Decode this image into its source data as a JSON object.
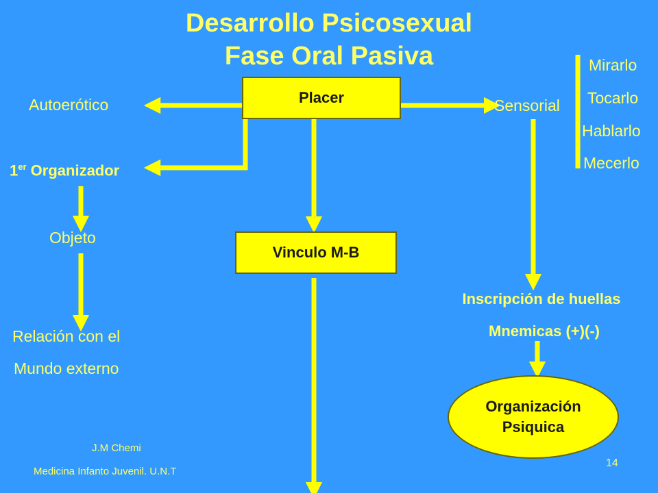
{
  "title": {
    "line1": "Desarrollo Psicosexual",
    "line2": "Fase Oral Pasiva"
  },
  "nodes": {
    "placer": "Placer",
    "vinculo": "Vinculo M-B",
    "autoerotico": "Autoerótico",
    "sensorial": "Sensorial",
    "organizador_number": "1",
    "organizador_sup": "er",
    "organizador_text": "Organizador",
    "objeto": "Objeto",
    "relacion_line1": "Relación con el",
    "relacion_line2": "Mundo externo",
    "inscripcion_line1": "Inscripción de huellas",
    "inscripcion_line2": "Mnemicas (+)(-)",
    "organizacion_line1": "Organización",
    "organizacion_line2": "Psiquica"
  },
  "sensorial_list": [
    "Mirarlo",
    "Tocarlo",
    "Hablarlo",
    "Mecerlo"
  ],
  "footer": {
    "author": "J.M Chemi",
    "institution": "Medicina Infanto Juvenil. U.N.T",
    "page_number": "14"
  },
  "colors": {
    "background": "#3399ff",
    "accent": "#ffff00",
    "text": "#ffff66"
  }
}
